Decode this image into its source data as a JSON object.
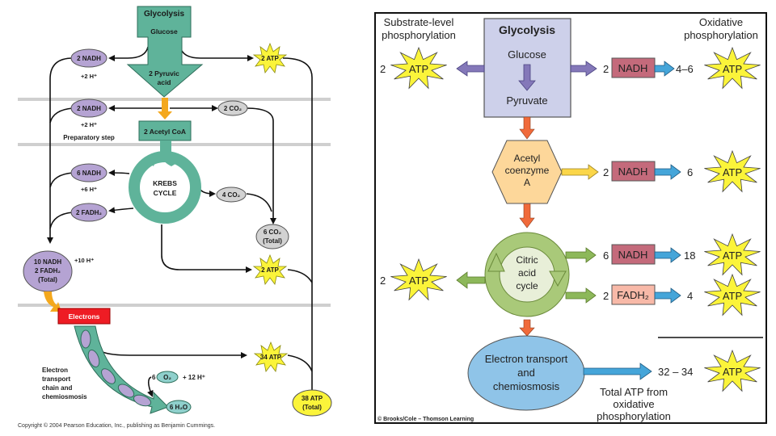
{
  "left_diagram": {
    "glycolysis_title": "Glycolysis",
    "glucose": "Glucose",
    "pyruvic": [
      "2 Pyruvic",
      "acid"
    ],
    "nadh_glyco": "2 NADH",
    "h_glyco": "+2 H⁺",
    "atp_glyco": "2 ATP",
    "nadh_prep": "2 NADH",
    "h_prep": "+2 H⁺",
    "co2_prep": "2 CO₂",
    "prep_label": "Preparatory step",
    "acetyl_coa": "2 Acetyl CoA",
    "krebs": [
      "KREBS",
      "CYCLE"
    ],
    "nadh_krebs": "6 NADH",
    "h_krebs": "+6 H⁺",
    "fadh_krebs": "2 FADH₂",
    "co2_krebs": "4 CO₂",
    "co2_total": [
      "6 CO₂",
      "(Total)"
    ],
    "atp_krebs": "2 ATP",
    "total_carriers": [
      "10 NADH",
      "2 FADH₂",
      "(Total)"
    ],
    "h_total": "+10 H⁺",
    "electrons": "Electrons",
    "etc_label": [
      "Electron",
      "transport",
      "chain and",
      "chemiosmosis"
    ],
    "o2_coef": "6",
    "o2": "O₂",
    "h_etc": "+ 12 H⁺",
    "water": "6 H₂O",
    "atp_etc": "34 ATP",
    "atp_total": [
      "38 ATP",
      "(Total)"
    ],
    "copyright": "Copyright © 2004 Pearson Education, Inc., publishing as Benjamin Cummings."
  },
  "right_diagram": {
    "substrate_header": [
      "Substrate-level",
      "phosphorylation"
    ],
    "oxidative_header": [
      "Oxidative",
      "phosphorylation"
    ],
    "glycolysis_title": "Glycolysis",
    "glucose": "Glucose",
    "pyruvate": "Pyruvate",
    "acetyl": [
      "Acetyl",
      "coenzyme",
      "A"
    ],
    "citric": [
      "Citric",
      "acid",
      "cycle"
    ],
    "etc": [
      "Electron transport",
      "and",
      "chemiosmosis"
    ],
    "atp_label": "ATP",
    "rows": [
      {
        "count": "2",
        "carrier": "NADH",
        "yield": "4–6"
      },
      {
        "count": "2",
        "carrier": "NADH",
        "yield": "6"
      },
      {
        "count": "6",
        "carrier": "NADH",
        "yield": "18"
      },
      {
        "count": "2",
        "carrier": "FADH₂",
        "yield": "4"
      }
    ],
    "substrate_atp_glyco": "2",
    "substrate_atp_citric": "2",
    "total_yield": "32 – 34",
    "total_caption": [
      "Total ATP from",
      "oxidative",
      "phosphorylation"
    ],
    "credit": "© Brooks/Cole – Thomson Learning"
  },
  "colors": {
    "teal": "#5fb39a",
    "purple_oval": "#b5a3d3",
    "gray_oval": "#d2d2d2",
    "atp_yellow": "#fbf43a",
    "red_box": "#ee1c24",
    "band_gray": "#cfcfcf",
    "lavender_box": "#cdd0ea",
    "hex_orange": "#fdd79a",
    "citric_green": "#a9c979",
    "etc_blue": "#8fc4e8",
    "nadh_box": "#c46a7b",
    "fadh_box": "#f8b9a8",
    "blue_arrow": "#45a5d9"
  }
}
